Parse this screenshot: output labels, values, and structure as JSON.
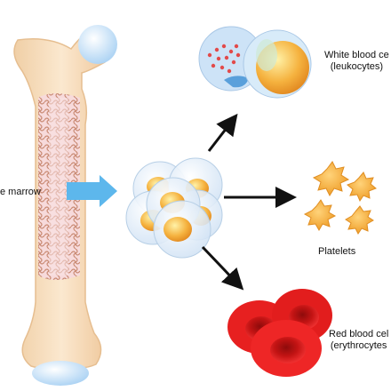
{
  "labels": {
    "bone_marrow": "e marrow",
    "white_blood_cells_line1": "White blood ce",
    "white_blood_cells_line2": "(leukocytes)",
    "platelets": "Platelets",
    "red_blood_cells_line1": "Red blood cel",
    "red_blood_cells_line2": "(erythrocytes"
  },
  "colors": {
    "bone": "#f6dcb8",
    "bone_shade": "#e9bf8f",
    "cartilage": "#cfe6fb",
    "marrow_bg": "#f8e1e3",
    "marrow_net": "#d9a38a",
    "arrow_blue": "#5cb6ea",
    "arrow_black": "#111111",
    "stem_membrane": "#d6e6f6",
    "stem_nucleus": "#f2a73a",
    "platelet": "#f2ad3a",
    "rbc": "#d61a1a",
    "wbc_body": "#cfe4f7",
    "wbc_nucleus": "#f5b548"
  }
}
